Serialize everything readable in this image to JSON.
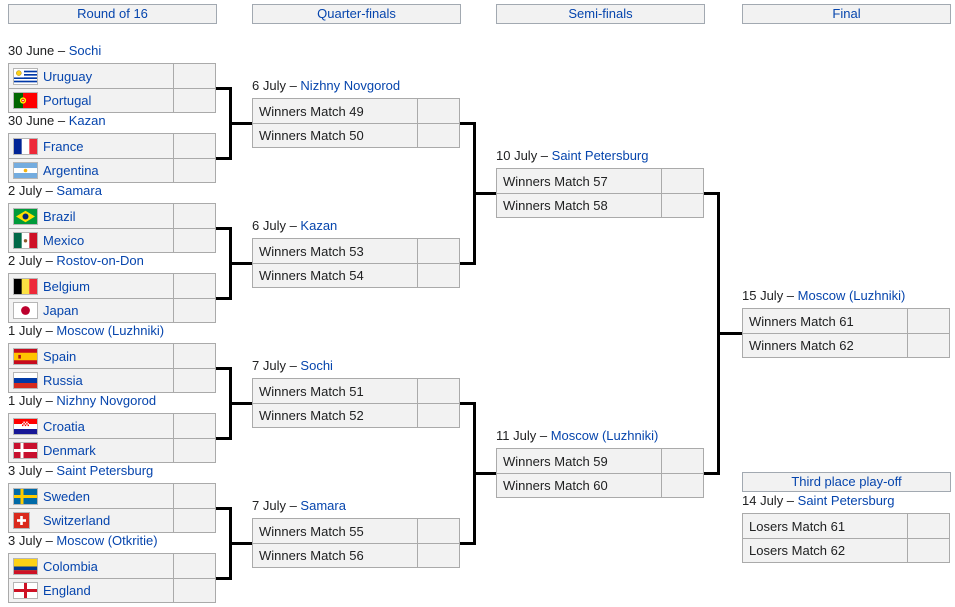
{
  "colors": {
    "link_blue": "#0645ad",
    "text": "#202122",
    "cell_background": "#f2f2f2",
    "cell_border": "#aaaaaa",
    "header_border": "#a2a9b1",
    "connector_line": "#000000"
  },
  "headers": [
    {
      "label": "Round of 16"
    },
    {
      "label": "Quarter-finals"
    },
    {
      "label": "Semi-finals"
    },
    {
      "label": "Final"
    }
  ],
  "third_place_header": "Third place play-off",
  "rounds": [
    {
      "name": "round-of-16",
      "matches": [
        {
          "date": "30 June",
          "venue": "Sochi",
          "teams": [
            {
              "name": "Uruguay",
              "flag": "uruguay",
              "score": ""
            },
            {
              "name": "Portugal",
              "flag": "portugal",
              "score": ""
            }
          ]
        },
        {
          "date": "30 June",
          "venue": "Kazan",
          "teams": [
            {
              "name": "France",
              "flag": "france",
              "score": ""
            },
            {
              "name": "Argentina",
              "flag": "argentina",
              "score": ""
            }
          ]
        },
        {
          "date": "2 July",
          "venue": "Samara",
          "teams": [
            {
              "name": "Brazil",
              "flag": "brazil",
              "score": ""
            },
            {
              "name": "Mexico",
              "flag": "mexico",
              "score": ""
            }
          ]
        },
        {
          "date": "2 July",
          "venue": "Rostov-on-Don",
          "teams": [
            {
              "name": "Belgium",
              "flag": "belgium",
              "score": ""
            },
            {
              "name": "Japan",
              "flag": "japan",
              "score": ""
            }
          ]
        },
        {
          "date": "1 July",
          "venue": "Moscow (Luzhniki)",
          "teams": [
            {
              "name": "Spain",
              "flag": "spain",
              "score": ""
            },
            {
              "name": "Russia",
              "flag": "russia",
              "score": ""
            }
          ]
        },
        {
          "date": "1 July",
          "venue": "Nizhny Novgorod",
          "teams": [
            {
              "name": "Croatia",
              "flag": "croatia",
              "score": ""
            },
            {
              "name": "Denmark",
              "flag": "denmark",
              "score": ""
            }
          ]
        },
        {
          "date": "3 July",
          "venue": "Saint Petersburg",
          "teams": [
            {
              "name": "Sweden",
              "flag": "sweden",
              "score": ""
            },
            {
              "name": "Switzerland",
              "flag": "switzerland",
              "score": ""
            }
          ]
        },
        {
          "date": "3 July",
          "venue": "Moscow (Otkritie)",
          "teams": [
            {
              "name": "Colombia",
              "flag": "colombia",
              "score": ""
            },
            {
              "name": "England",
              "flag": "england",
              "score": ""
            }
          ]
        }
      ]
    },
    {
      "name": "quarter-finals",
      "matches": [
        {
          "date": "6 July",
          "venue": "Nizhny Novgorod",
          "teams": [
            {
              "name": "Winners Match 49",
              "score": ""
            },
            {
              "name": "Winners Match 50",
              "score": ""
            }
          ]
        },
        {
          "date": "6 July",
          "venue": "Kazan",
          "teams": [
            {
              "name": "Winners Match 53",
              "score": ""
            },
            {
              "name": "Winners Match 54",
              "score": ""
            }
          ]
        },
        {
          "date": "7 July",
          "venue": "Sochi",
          "teams": [
            {
              "name": "Winners Match 51",
              "score": ""
            },
            {
              "name": "Winners Match 52",
              "score": ""
            }
          ]
        },
        {
          "date": "7 July",
          "venue": "Samara",
          "teams": [
            {
              "name": "Winners Match 55",
              "score": ""
            },
            {
              "name": "Winners Match 56",
              "score": ""
            }
          ]
        }
      ]
    },
    {
      "name": "semi-finals",
      "matches": [
        {
          "date": "10 July",
          "venue": "Saint Petersburg",
          "teams": [
            {
              "name": "Winners Match 57",
              "score": ""
            },
            {
              "name": "Winners Match 58",
              "score": ""
            }
          ]
        },
        {
          "date": "11 July",
          "venue": "Moscow (Luzhniki)",
          "teams": [
            {
              "name": "Winners Match 59",
              "score": ""
            },
            {
              "name": "Winners Match 60",
              "score": ""
            }
          ]
        }
      ]
    },
    {
      "name": "final",
      "matches": [
        {
          "date": "15 July",
          "venue": "Moscow (Luzhniki)",
          "teams": [
            {
              "name": "Winners Match 61",
              "score": ""
            },
            {
              "name": "Winners Match 62",
              "score": ""
            }
          ]
        }
      ]
    }
  ],
  "third_place_match": {
    "date": "14 July",
    "venue": "Saint Petersburg",
    "teams": [
      {
        "name": "Losers Match 61",
        "score": ""
      },
      {
        "name": "Losers Match 62",
        "score": ""
      }
    ]
  }
}
